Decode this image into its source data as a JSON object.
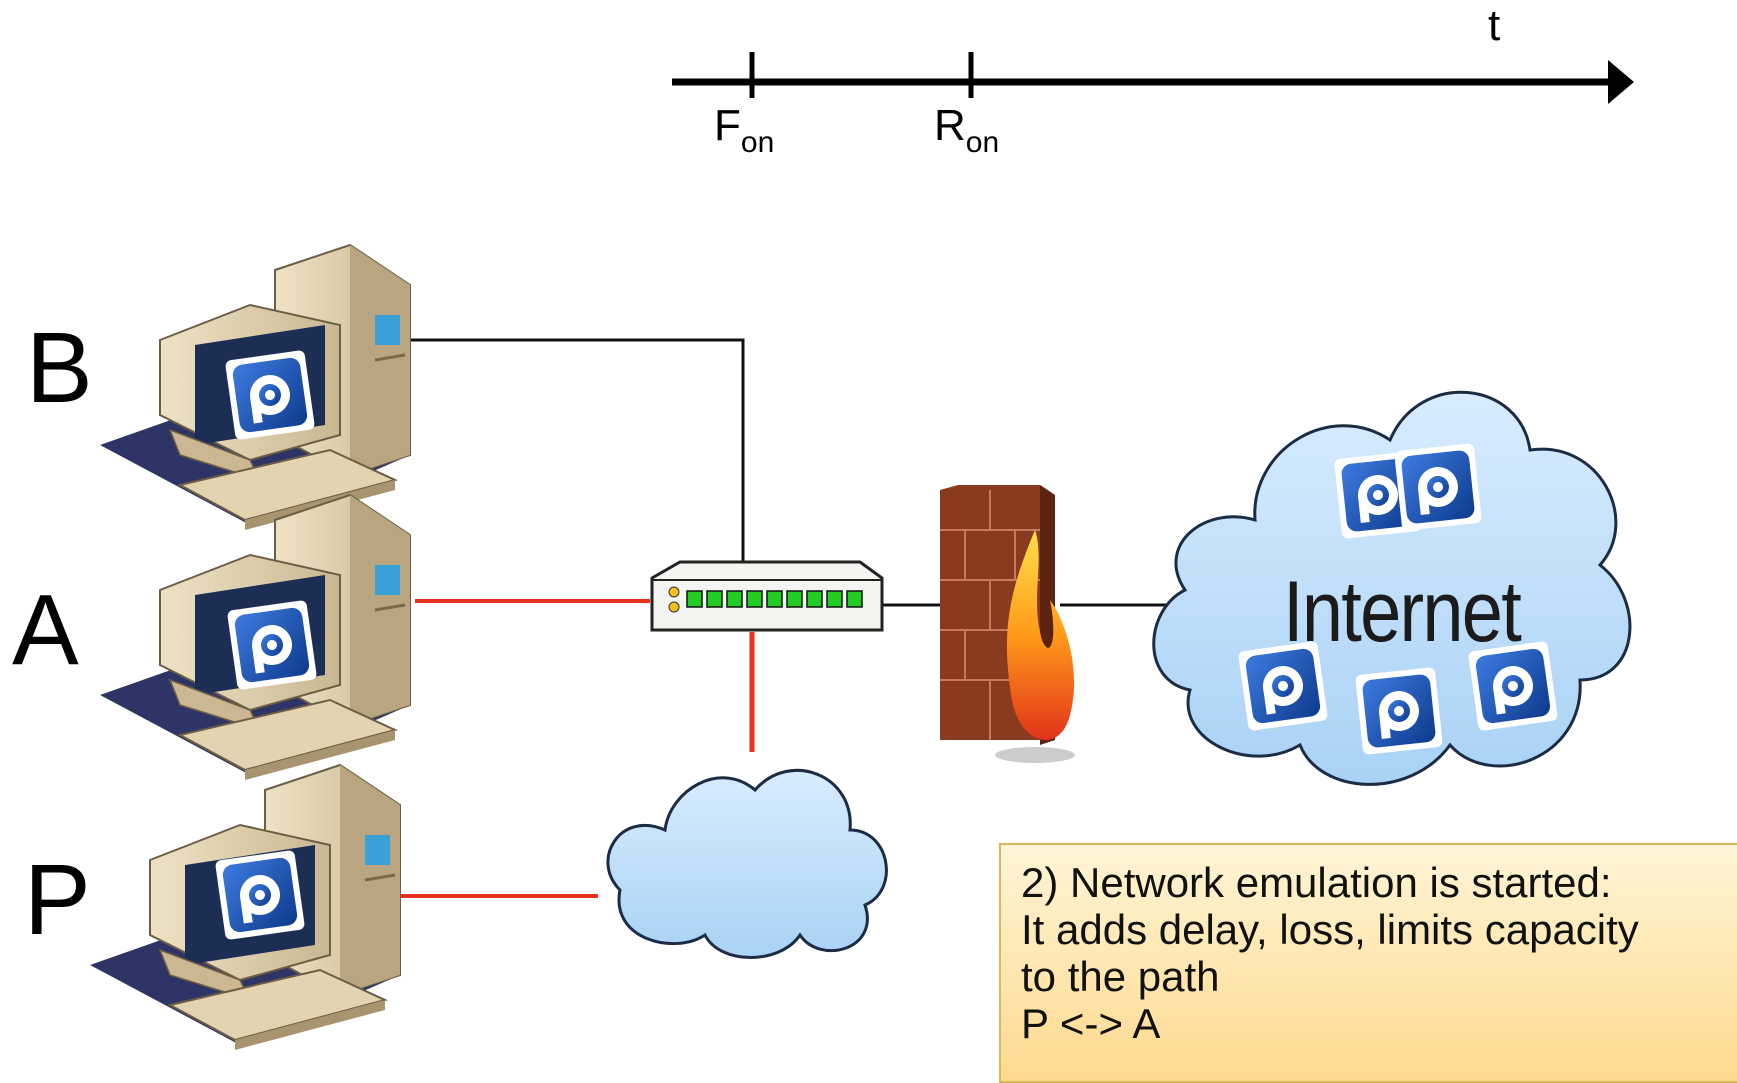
{
  "timeline": {
    "axis_label": "t",
    "markers": [
      {
        "main": "F",
        "sub": "on"
      },
      {
        "main": "R",
        "sub": "on"
      }
    ]
  },
  "hosts": [
    {
      "label": "B",
      "link_color": "#111111"
    },
    {
      "label": "A",
      "link_color": "#e8321e"
    },
    {
      "label": "P",
      "link_color": "#e8321e"
    }
  ],
  "internet_cloud": {
    "label": "Internet"
  },
  "note": {
    "lines": [
      "2) Network emulation is started:",
      "It adds delay, loss, limits capacity",
      "to the path",
      "P <-> A"
    ]
  },
  "colors": {
    "emulated_link": "#e8321e",
    "normal_link": "#111111",
    "cloud_fill": "#bfe0fb",
    "app_icon": "#1b57b5",
    "note_fill": "#ffe3a8"
  },
  "icons": [
    "desktop-computer-icon",
    "network-switch-icon",
    "firewall-icon",
    "cloud-icon",
    "app-logo-icon"
  ]
}
